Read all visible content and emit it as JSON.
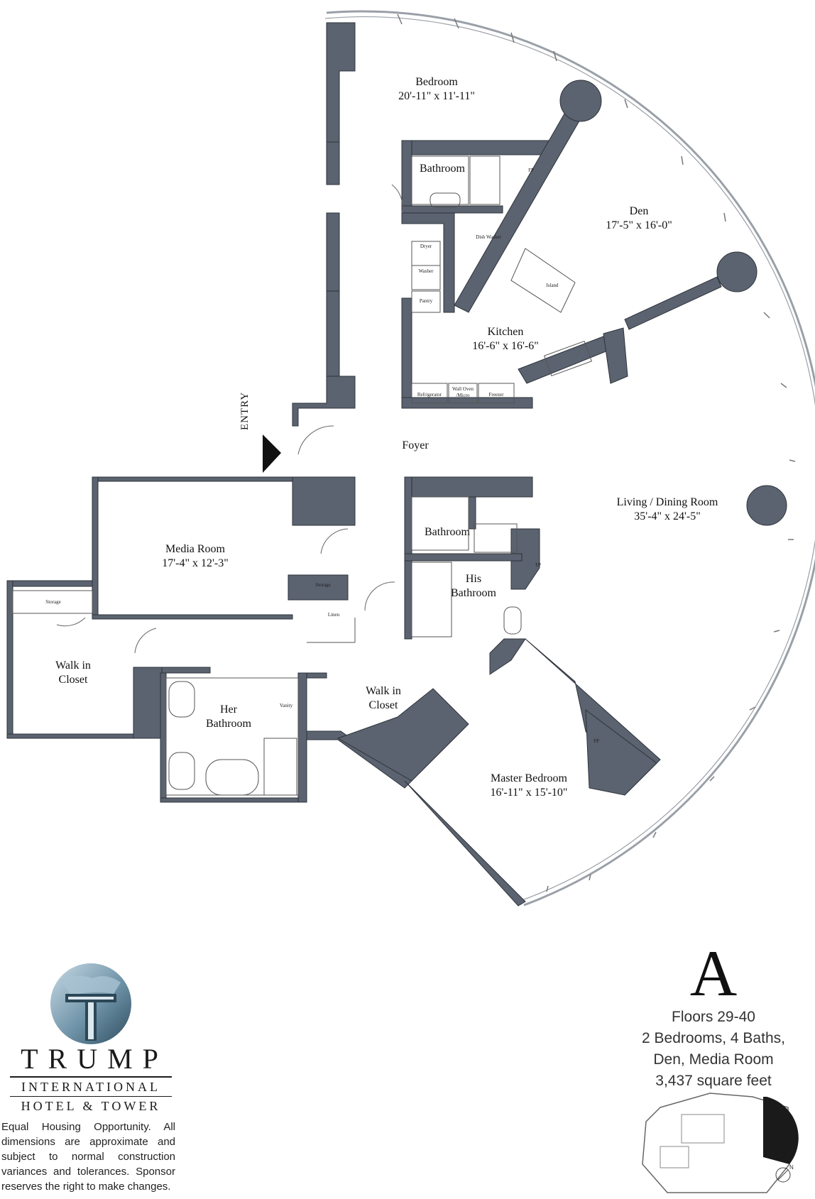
{
  "rooms": {
    "bedroom": {
      "name": "Bedroom",
      "dim": "20'-11\" x 11'-11\""
    },
    "bathroom_top": {
      "name": "Bathroom"
    },
    "den": {
      "name": "Den",
      "dim": "17'-5\" x 16'-0\""
    },
    "kitchen": {
      "name": "Kitchen",
      "dim": "16'-6\" x 16'-6\""
    },
    "foyer": {
      "name": "Foyer"
    },
    "living": {
      "name": "Living / Dining Room",
      "dim": "35'-4\" x 24'-5\""
    },
    "media": {
      "name": "Media Room",
      "dim": "17'-4\" x 12'-3\""
    },
    "bathroom_mid": {
      "name": "Bathroom"
    },
    "his_bath": {
      "name": "His Bathroom"
    },
    "walk_closet_left": {
      "name": "Walk in Closet"
    },
    "her_bath": {
      "name": "Her Bathroom"
    },
    "walk_closet_right": {
      "name": "Walk in Closet"
    },
    "master": {
      "name": "Master Bedroom",
      "dim": "16'-11\" x 15'-10\""
    }
  },
  "fixtures": {
    "dryer": "Dryer",
    "washer": "Washer",
    "pantry": "Pantry",
    "dishwasher": "Dish Washer",
    "island": "Island",
    "refrigerator": "Refrigerator",
    "wall_oven": "Wall Oven /Micro",
    "freezer": "Freezer",
    "fp": "FP",
    "storage": "Storage",
    "linen": "Linen",
    "vanity": "Vanity"
  },
  "entry_label": "ENTRY",
  "unit": {
    "letter": "A",
    "floors": "Floors 29-40",
    "beds_baths": "2 Bedrooms, 4 Baths,",
    "extras": "Den, Media Room",
    "area": "3,437 square feet"
  },
  "keyplan": {
    "north": "N"
  },
  "brand": {
    "name": "TRUMP",
    "line1": "INTERNATIONAL",
    "line2": "HOTEL & TOWER"
  },
  "disclaimer": "Equal Housing Opportunity. All dimensions are approximate and subject to normal construction variances and tolerances. Sponsor reserves the right to make changes.",
  "colors": {
    "wall": "#5b6370",
    "wall_light": "#8a919b",
    "line": "#333333",
    "glass": "#9aa0a8"
  }
}
